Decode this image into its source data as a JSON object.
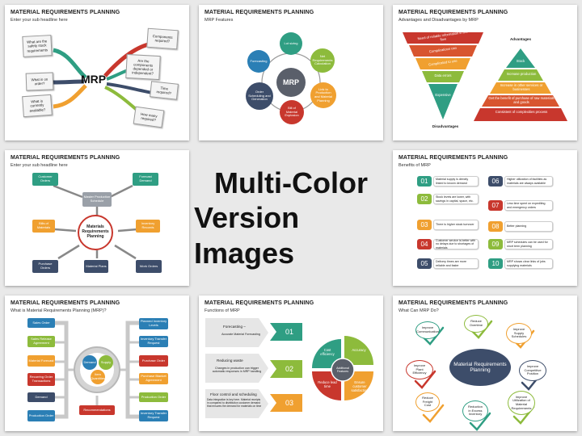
{
  "center": {
    "line1": "Multi-Color",
    "line2": "Version Images"
  },
  "colors": {
    "green": "#2f9e83",
    "orange": "#f0a030",
    "navy": "#3d4d6a",
    "red": "#c8372d",
    "lime": "#8dbb3c",
    "gray": "#6d6d6d"
  },
  "s1": {
    "title": "MATERIAL REQUIREMENTS PLANNING",
    "subtitle": "Enter your sub headline here",
    "center": "MRP",
    "notes": [
      "What are the safety stock requirements",
      "What is on order?",
      "What is currently available?",
      "Components required?",
      "Are the components depended or independent?",
      "Time required?",
      "How many required?"
    ]
  },
  "s2": {
    "title": "MATERIAL REQUIREMENTS PLANNING",
    "subtitle": "MRP Features",
    "center": "MRP",
    "items": [
      "Lot sizing",
      "Net Requirements Calculation",
      "Link to Production and Material Planning",
      "Bill of Material Explosion",
      "Order Scheduling and Generation",
      "Forecasting"
    ]
  },
  "s3": {
    "title": "MATERIAL REQUIREMENTS PLANNING",
    "subtitle": "Advantages and Disadvantages by MRP",
    "disadvantages_label": "Disadvantages",
    "advantages_label": "Advantages",
    "disadvantages": [
      "Need of reliable information in the flow",
      "Complications can",
      "Complicated to use",
      "Data errors",
      "Expensive"
    ],
    "advantages": [
      "Stock",
      "Increase production",
      "Increase in other services or businesses",
      "Get the benefit of purchase of raw materials and goods",
      "Consistent of complexities process"
    ]
  },
  "s4": {
    "title": "MATERIAL REQUIREMENTS PLANNING",
    "subtitle": "Enter your sub headline here",
    "center": "Materials Requirements Planning",
    "boxes": [
      "Customer Orders",
      "Forecast Demand",
      "Master Production Schedule",
      "Bills of Materials",
      "Inventory Records",
      "Purchase Orders",
      "Material Plans",
      "Work Orders"
    ]
  },
  "s5": {
    "title": "MATERIAL REQUIREMENTS PLANNING",
    "subtitle": "Benefits of MRP",
    "items": [
      {
        "n": "01",
        "t": "Material supply is directly linked to known demand"
      },
      {
        "n": "02",
        "t": "Stock levels are lower, with savings in capital, space, etc."
      },
      {
        "n": "03",
        "t": "There is higher stock turnover"
      },
      {
        "n": "04",
        "t": "Customer service is better with no delays due to shortages of materials"
      },
      {
        "n": "05",
        "t": "Delivery times are more reliable and faster"
      },
      {
        "n": "06",
        "t": "Higher utilization of facilities as materials are always available"
      },
      {
        "n": "07",
        "t": "Less time spent on expediting and emergency orders"
      },
      {
        "n": "08",
        "t": "Better planning"
      },
      {
        "n": "09",
        "t": "MRP schedules can be used for short term planning"
      },
      {
        "n": "10",
        "t": "MRP shows clear links of jobs supplying materials"
      }
    ]
  },
  "s6": {
    "title": "MATERIAL REQUIREMENTS PLANNING",
    "subtitle": "What is Material Requirements Planning (MRP)?",
    "left": [
      "Sales Order",
      "Sales Release Agreement",
      "Material Forecast",
      "Recurring Order Transactions",
      "Demand",
      "Production Order"
    ],
    "right": [
      "Planned Inventory Levels",
      "Inventory Transfer Request",
      "Purchase Order",
      "Purchase Blanket Agreement",
      "Production Order",
      "Inventory Transfer Request"
    ],
    "hub": [
      "Demand",
      "Supply",
      "Item Quantities"
    ],
    "bottom": "Recommendations"
  },
  "s7": {
    "title": "MATERIAL REQUIREMENTS PLANNING",
    "subtitle": "Functions of MRP",
    "items": [
      {
        "n": "01",
        "head": "Forecasting –",
        "text": "Accurate Material Forecasting"
      },
      {
        "n": "02",
        "head": "Reducing waste",
        "text": "Changes in production can trigger automatic responses in MRP handling"
      },
      {
        "n": "03",
        "head": "Floor control and scheduling",
        "text": "Data integration is key here. Material receipts in compared to distribution customer demand that ensures the demand for materials on time"
      }
    ],
    "wheel": [
      "Cost efficiency",
      "Accuracy",
      "Ensure customer satisfaction",
      "Reduce lead time",
      "Additional Features"
    ]
  },
  "s8": {
    "title": "MATERIAL REQUIREMENTS PLANNING",
    "subtitle": "What Can MRP Do?",
    "center": "Material Requirements Planning",
    "items": [
      "Improve Communication",
      "Reduce Overtime",
      "Improve Supply Schedules",
      "Improve Plant Efficiency",
      "Improve Competitive Position",
      "Reduce Freight Cost",
      "Reduction in Excess Inventory",
      "Improve Utilization of Material Requirements"
    ]
  }
}
